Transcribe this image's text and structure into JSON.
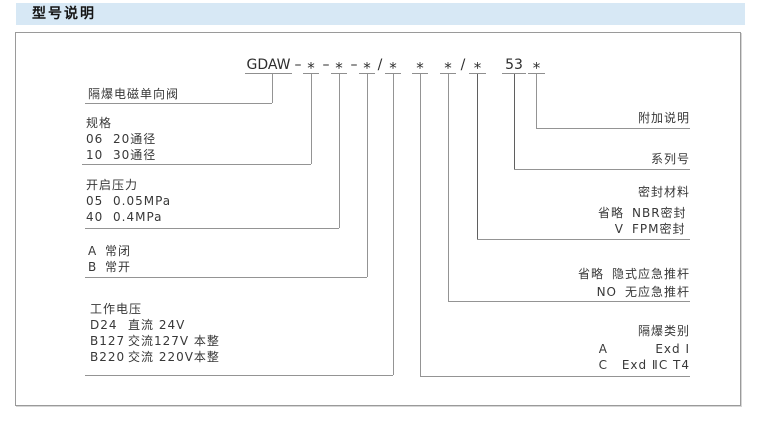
{
  "page": {
    "title": "型号说明"
  },
  "colors": {
    "header_bar_bg": "#d7e8f5",
    "connector_line": "#949494",
    "text": "#383838"
  },
  "model_code": {
    "segments": [
      {
        "id": "prefix",
        "text": "GDAW"
      },
      {
        "id": "sep1",
        "text": "–"
      },
      {
        "id": "spec",
        "text": "*"
      },
      {
        "id": "sep2",
        "text": "–"
      },
      {
        "id": "pressure",
        "text": "*"
      },
      {
        "id": "sep3",
        "text": "–"
      },
      {
        "id": "state",
        "text": "*"
      },
      {
        "id": "sep4",
        "text": "/"
      },
      {
        "id": "voltage",
        "text": "*"
      },
      {
        "id": "exd_class",
        "text": "*"
      },
      {
        "id": "pushrod",
        "text": "*"
      },
      {
        "id": "sep5",
        "text": "/"
      },
      {
        "id": "seal",
        "text": "*"
      },
      {
        "id": "series",
        "text": "53"
      },
      {
        "id": "additional",
        "text": "*"
      }
    ]
  },
  "left_sections": [
    {
      "title": "隔爆电磁单向阀",
      "rows": []
    },
    {
      "title": "规格",
      "rows": [
        {
          "code": "06",
          "label": "20通径"
        },
        {
          "code": "10",
          "label": "30通径"
        }
      ]
    },
    {
      "title": "开启压力",
      "rows": [
        {
          "code": "05",
          "label": "0.05MPa"
        },
        {
          "code": "40",
          "label": "0.4MPa"
        }
      ]
    },
    {
      "title": "",
      "rows": [
        {
          "code": "A",
          "label": "常闭"
        },
        {
          "code": "B",
          "label": "常开"
        }
      ]
    },
    {
      "title": "工作电压",
      "rows": [
        {
          "code": "D24",
          "label": "直流 24V"
        },
        {
          "code": "B127",
          "label": "交流127V 本整"
        },
        {
          "code": "B220",
          "label": "交流 220V本整"
        }
      ]
    }
  ],
  "right_sections": [
    {
      "title": "附加说明",
      "rows": []
    },
    {
      "title": "系列号",
      "rows": []
    },
    {
      "title": "密封材料",
      "rows": [
        {
          "code": "省略",
          "label": "NBR密封"
        },
        {
          "code": "V",
          "label": "FPM密封"
        }
      ]
    },
    {
      "title": "",
      "rows": [
        {
          "code": "省略",
          "label": "隐式应急推杆"
        },
        {
          "code": "NO",
          "label": "无应急推杆"
        }
      ]
    },
    {
      "title": "隔爆类别",
      "rows": [
        {
          "code": "A",
          "label": "Exd Ⅰ"
        },
        {
          "code": "C",
          "label": "Exd ⅡC T4"
        }
      ]
    }
  ]
}
